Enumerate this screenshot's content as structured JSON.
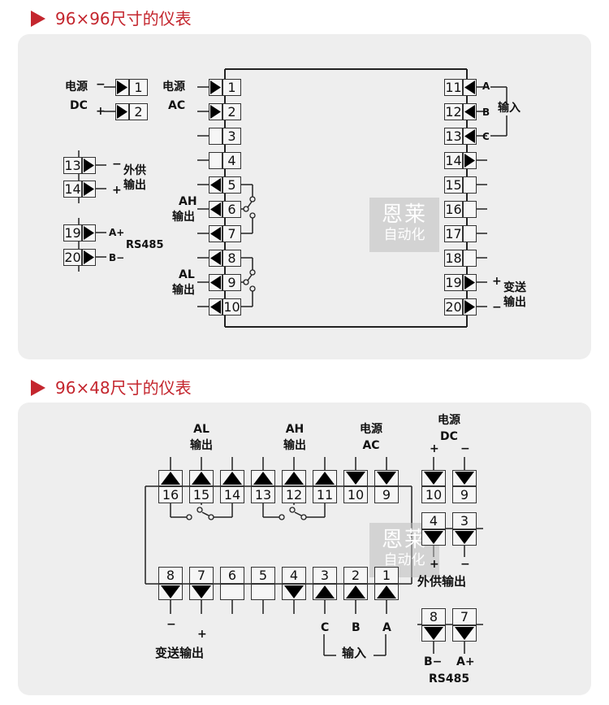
{
  "section1": {
    "title": "96×96尺寸的仪表",
    "dc_terms": [
      "1",
      "2"
    ],
    "dc_signs": [
      "−",
      "+"
    ],
    "dc_label": [
      "电源",
      "DC"
    ],
    "aux_terms": [
      "13",
      "14"
    ],
    "aux_signs": [
      "−",
      "+"
    ],
    "aux_label": [
      "外供",
      "输出"
    ],
    "rs_terms": [
      "19",
      "20"
    ],
    "rs_signs": [
      "A+",
      "B−"
    ],
    "rs_label": "RS485",
    "left_terms": [
      "1",
      "2",
      "3",
      "4",
      "5",
      "6",
      "7",
      "8",
      "9",
      "10"
    ],
    "right_terms": [
      "11",
      "12",
      "13",
      "14",
      "15",
      "16",
      "17",
      "18",
      "19",
      "20"
    ],
    "ac_label": [
      "电源",
      "AC"
    ],
    "ah_label": [
      "AH",
      "输出"
    ],
    "al_label": [
      "AL",
      "输出"
    ],
    "input_abc": [
      "A",
      "B",
      "C"
    ],
    "input_label": "输入",
    "trans_signs": [
      "+",
      "−"
    ],
    "trans_label": [
      "变送",
      "输出"
    ]
  },
  "section2": {
    "title": "96×48尺寸的仪表",
    "top_terms": [
      "16",
      "15",
      "14",
      "13",
      "12",
      "11",
      "10",
      "9"
    ],
    "bottom_terms": [
      "8",
      "7",
      "6",
      "5",
      "4",
      "3",
      "2",
      "1"
    ],
    "al_label": [
      "AL",
      "输出"
    ],
    "ah_label": [
      "AH",
      "输出"
    ],
    "ac_label": [
      "电源",
      "AC"
    ],
    "dc_label": [
      "电源",
      "DC"
    ],
    "dc_terms": [
      "10",
      "9"
    ],
    "dc_signs": [
      "+",
      "−"
    ],
    "aux_terms": [
      "4",
      "3"
    ],
    "aux_signs": [
      "+",
      "−"
    ],
    "aux_label": "外供输出",
    "rs_terms": [
      "8",
      "7"
    ],
    "rs_signs": [
      "B−",
      "A+"
    ],
    "rs_label": "RS485",
    "trans_signs": [
      "−",
      "+"
    ],
    "trans_label": "变送输出",
    "input_abc": [
      "C",
      "B",
      "A"
    ],
    "input_label": "输入"
  },
  "watermark": {
    "line1": "恩莱",
    "line2": "自动化"
  },
  "colors": {
    "accent": "#c4262e",
    "panel": "#eeeeee"
  }
}
